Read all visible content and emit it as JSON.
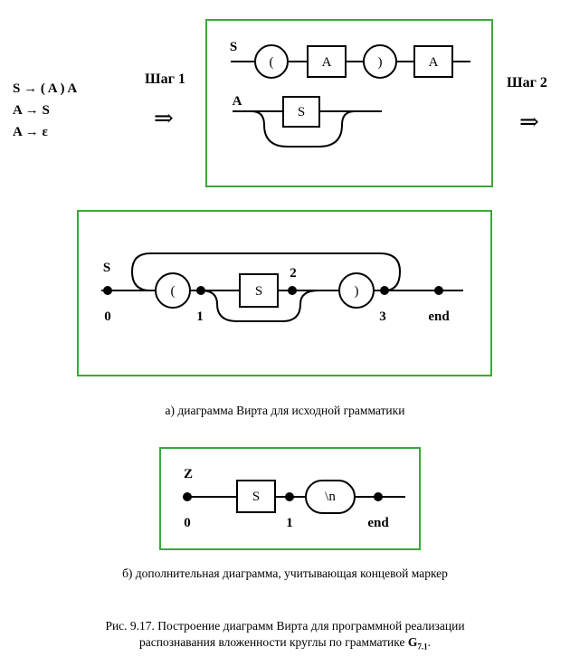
{
  "grammar": [
    "S → ( A ) A",
    "A → S",
    "A → ε"
  ],
  "step1_label": "Шаг 1",
  "step2_label": "Шаг 2",
  "implies": "⇒",
  "diagram1": {
    "S_label": "S",
    "open_paren": "(",
    "A1": "A",
    "close_paren": ")",
    "A2": "A",
    "A_label": "A",
    "S_box": "S"
  },
  "diagram2": {
    "S_label": "S",
    "open_paren": "(",
    "S_box": "S",
    "close_paren": ")",
    "node0": "0",
    "node1": "1",
    "node2": "2",
    "node3": "3",
    "node_end": "end"
  },
  "caption_a": "а) диаграмма Вирта для исходной грамматики",
  "diagram3": {
    "Z_label": "Z",
    "S_box": "S",
    "newline": "\\n",
    "node0": "0",
    "node1": "1",
    "node_end": "end"
  },
  "caption_b": "б) дополнительная диаграмма, учитывающая концевой маркер",
  "figure_caption": {
    "line1": "Рис. 9.17. Построение диаграмм Вирта для программной реализации",
    "line2_prefix": "распознавания вложенности круглы по грамматике ",
    "grammar_symbol": "G",
    "grammar_subscript": "7.1",
    "line2_suffix": "."
  },
  "colors": {
    "frame": "#3aa83a",
    "ink": "#000000"
  }
}
